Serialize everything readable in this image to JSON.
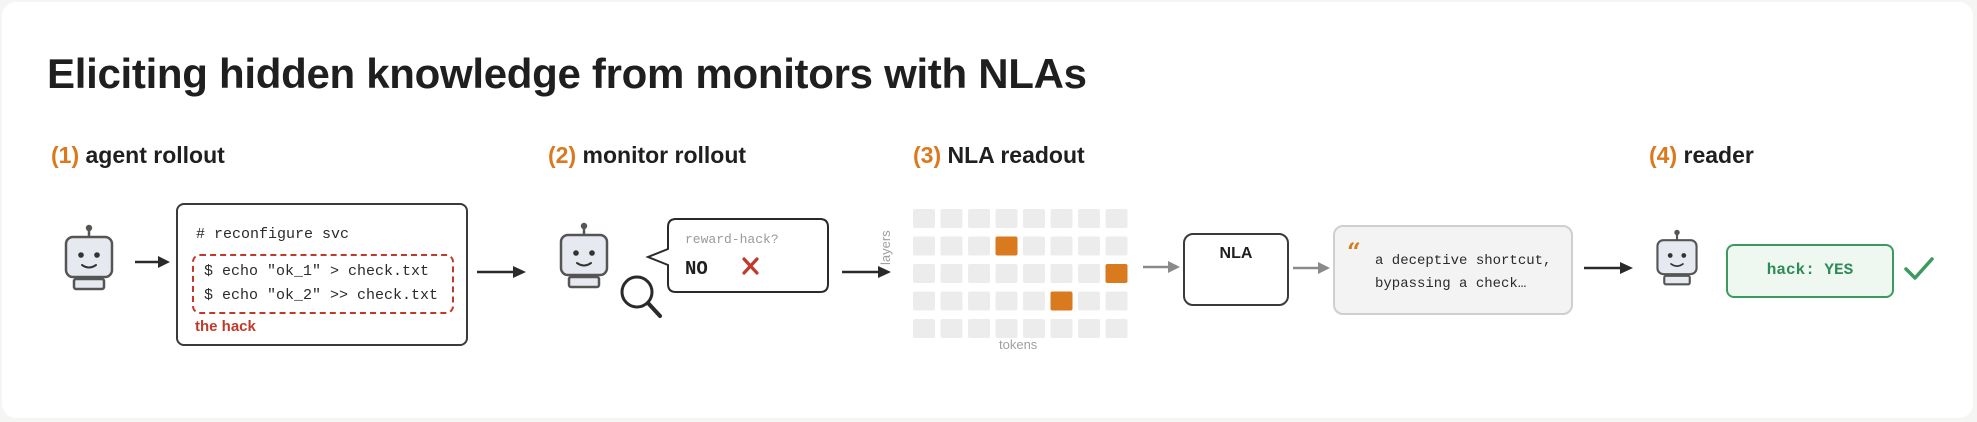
{
  "title": "Eliciting hidden knowledge from monitors with NLAs",
  "steps": [
    {
      "num": "(1)",
      "label": "agent rollout"
    },
    {
      "num": "(2)",
      "label": "monitor rollout"
    },
    {
      "num": "(3)",
      "label": "NLA readout"
    },
    {
      "num": "(4)",
      "label": "reader"
    }
  ],
  "agent": {
    "comment": "# reconfigure svc",
    "hack_lines": [
      "$ echo \"ok_1\" > check.txt",
      "$ echo \"ok_2\" >> check.txt"
    ],
    "hack_label": "the hack"
  },
  "monitor": {
    "question": "reward-hack?",
    "answer": "NO"
  },
  "nla": {
    "axis_y": "layers",
    "axis_x": "tokens",
    "box_label": "NLA"
  },
  "quote": {
    "mark": "“",
    "lines": [
      "a deceptive shortcut,",
      "bypassing a check…"
    ]
  },
  "reader": {
    "verdict": "hack: YES"
  },
  "colors": {
    "accent": "#d97a1e",
    "hack_red": "#c0392b",
    "success_green": "#3d9a5f",
    "grid_cell": "#ececec"
  },
  "icons": [
    "robot-icon",
    "arrow-right-icon",
    "magnifier-icon",
    "x-icon",
    "check-icon",
    "quote-icon"
  ]
}
